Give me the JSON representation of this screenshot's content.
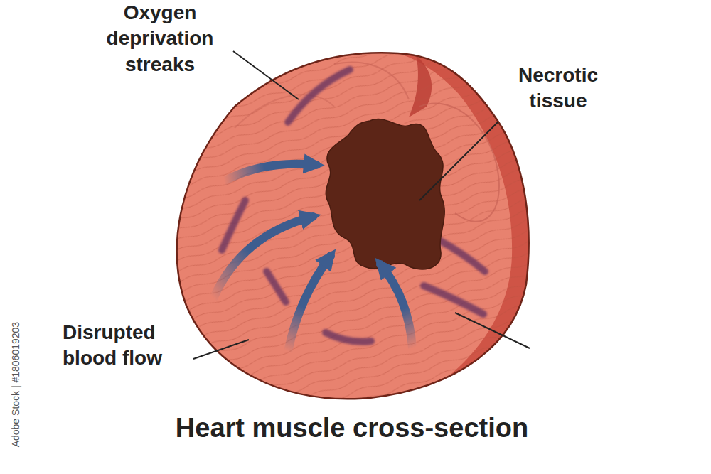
{
  "diagram": {
    "caption": "Heart muscle cross-section",
    "labels": [
      "Oxygen deprivation streaks",
      "Necrotic tissue",
      "Disrupted blood flow",
      "Adobe Stock | #1806019203"
    ]
  }
}
